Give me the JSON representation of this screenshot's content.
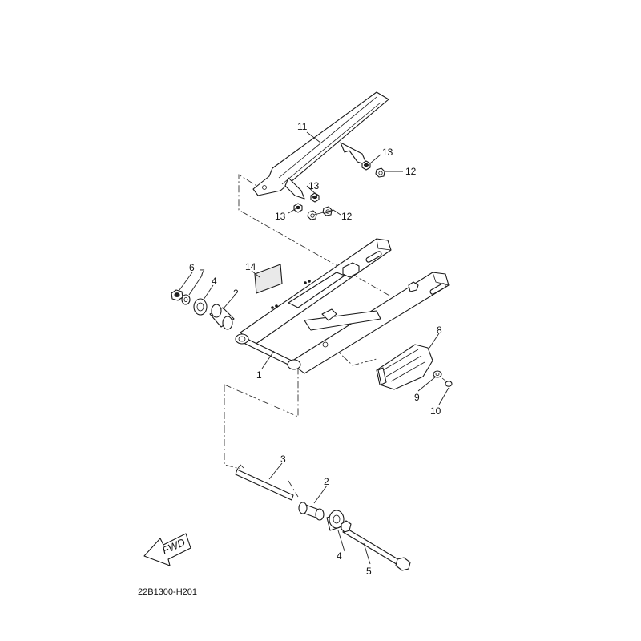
{
  "diagram_code": "22B1300-H201",
  "fwd_label": "FWD",
  "callouts": {
    "c1": "1",
    "c2_upper": "2",
    "c2_lower": "2",
    "c3": "3",
    "c4_upper": "4",
    "c4_lower": "4",
    "c5": "5",
    "c6": "6",
    "c7": "7",
    "c8": "8",
    "c9": "9",
    "c10": "10",
    "c11": "11",
    "c12_upper": "12",
    "c12_lower": "12",
    "c13_top": "13",
    "c13_mid": "13",
    "c13_low": "13",
    "c14": "14"
  }
}
